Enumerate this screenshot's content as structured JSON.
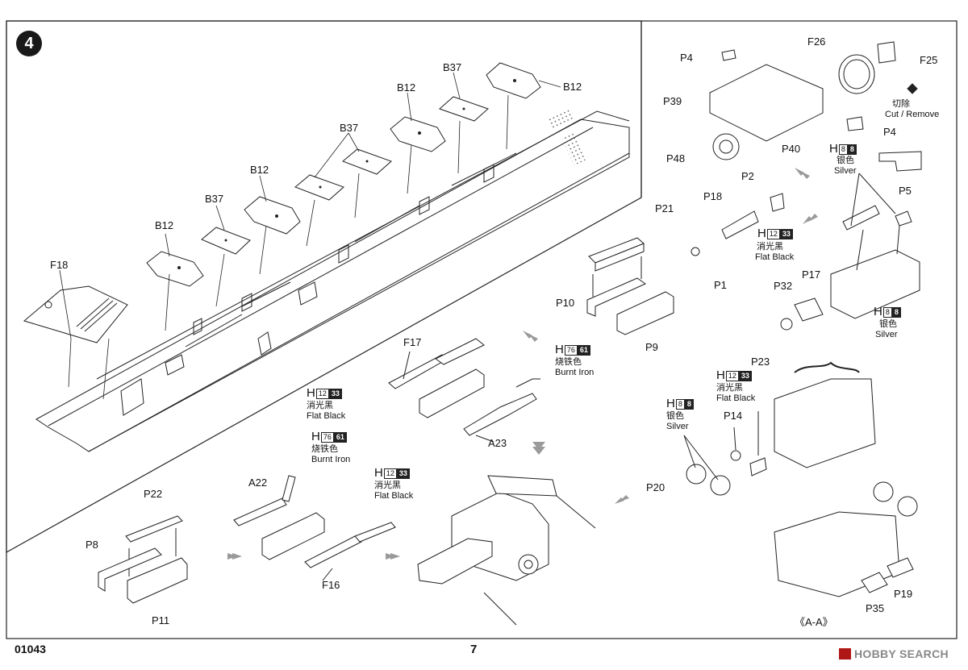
{
  "page": {
    "step_number": "4",
    "kit_number": "01043",
    "page_number": "7",
    "watermark": "HOBBY SEARCH",
    "section_caption": "《A-A》"
  },
  "parts": {
    "b12_a": "B12",
    "b37_a": "B37",
    "b12_b": "B12",
    "b37_b": "B37",
    "b12_c": "B12",
    "b37_c": "B37",
    "b12_d": "B12",
    "f18": "F18",
    "p21": "P21",
    "p10": "P10",
    "p9": "P9",
    "p4_top": "P4",
    "f26": "F26",
    "f25": "F25",
    "p39": "P39",
    "p4_mid": "P4",
    "p48": "P48",
    "p40": "P40",
    "p2": "P2",
    "p18": "P18",
    "p5": "P5",
    "p1": "P1",
    "p32": "P32",
    "p17": "P17",
    "f17": "F17",
    "a23": "A23",
    "a22": "A22",
    "f16": "F16",
    "p22": "P22",
    "p8": "P8",
    "p11": "P11",
    "p23": "P23",
    "p14": "P14",
    "p20": "P20",
    "p35": "P35",
    "p19": "P19"
  },
  "cut_note": {
    "zh": "切除",
    "en": "Cut / Remove"
  },
  "paints": {
    "silver_1": {
      "h": "H",
      "code": "8",
      "alt": "8",
      "zh": "银色",
      "en": "Silver"
    },
    "flat_black_1": {
      "h": "H",
      "code": "12",
      "alt": "33",
      "zh": "消光黑",
      "en": "Flat Black"
    },
    "silver_2": {
      "h": "H",
      "code": "8",
      "alt": "8",
      "zh": "银色",
      "en": "Silver"
    },
    "burnt_iron_1": {
      "h": "H",
      "code": "76",
      "alt": "61",
      "zh": "烧铁色",
      "en": "Burnt Iron"
    },
    "flat_black_2": {
      "h": "H",
      "code": "12",
      "alt": "33",
      "zh": "消光黑",
      "en": "Flat Black"
    },
    "flat_black_3": {
      "h": "H",
      "code": "12",
      "alt": "33",
      "zh": "消光黑",
      "en": "Flat Black"
    },
    "silver_3": {
      "h": "H",
      "code": "8",
      "alt": "8",
      "zh": "银色",
      "en": "Silver"
    },
    "burnt_iron_2": {
      "h": "H",
      "code": "76",
      "alt": "61",
      "zh": "烧铁色",
      "en": "Burnt Iron"
    },
    "flat_black_4": {
      "h": "H",
      "code": "12",
      "alt": "33",
      "zh": "消光黑",
      "en": "Flat Black"
    }
  },
  "colors": {
    "ink": "#1a1a1a",
    "line": "#222222",
    "arrow": "#9a9a9a",
    "watermark_red": "#b01818"
  }
}
